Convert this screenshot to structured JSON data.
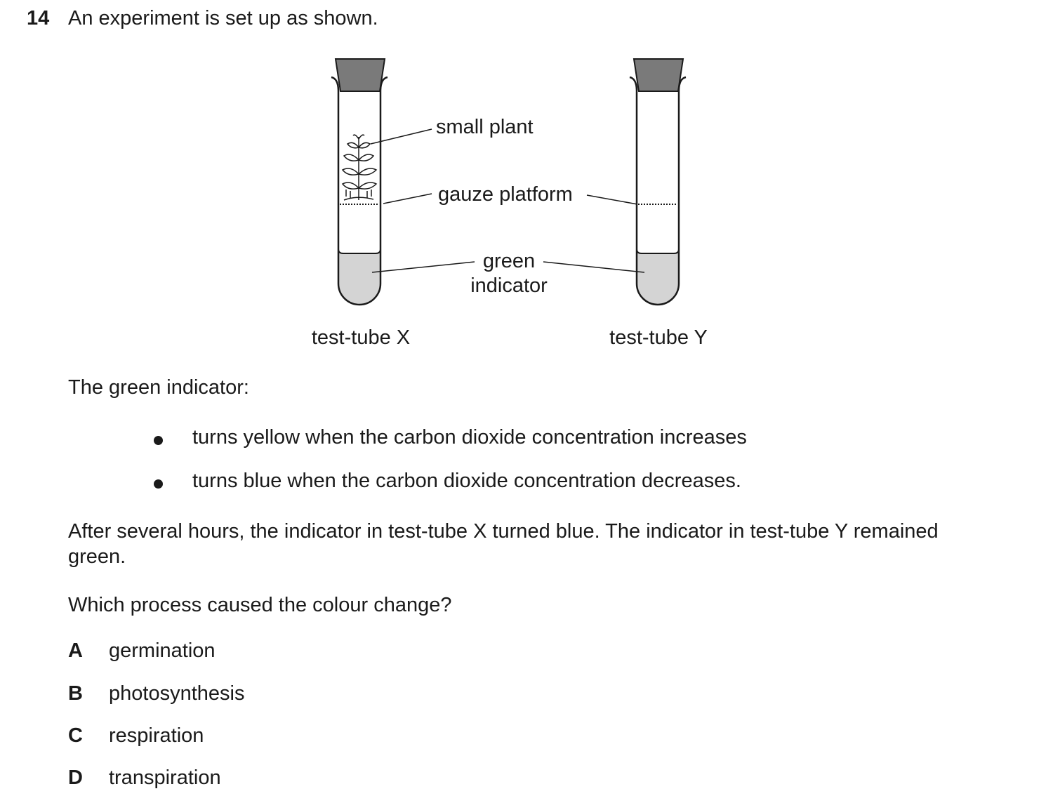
{
  "question": {
    "number": "14",
    "stem": "An experiment is set up as shown."
  },
  "diagram": {
    "labels": {
      "small_plant": "small plant",
      "gauze_platform": "gauze platform",
      "green_indicator_line1": "green",
      "green_indicator_line2": "indicator",
      "tube_x": "test-tube X",
      "tube_y": "test-tube Y"
    },
    "colors": {
      "stopper": "#7a7a7a",
      "indicator_liquid": "#d4d4d4",
      "outline": "#1a1a1a"
    }
  },
  "intro": "The green indicator:",
  "bullets": [
    "turns yellow when the carbon dioxide concentration increases",
    "turns blue when the carbon dioxide concentration decreases."
  ],
  "observation_line1": "After several hours, the indicator in test-tube X turned blue. The indicator in test-tube Y remained",
  "observation_line2": "green.",
  "prompt": "Which process caused the colour change?",
  "options": [
    {
      "letter": "A",
      "text": "germination"
    },
    {
      "letter": "B",
      "text": "photosynthesis"
    },
    {
      "letter": "C",
      "text": "respiration"
    },
    {
      "letter": "D",
      "text": "transpiration"
    }
  ]
}
